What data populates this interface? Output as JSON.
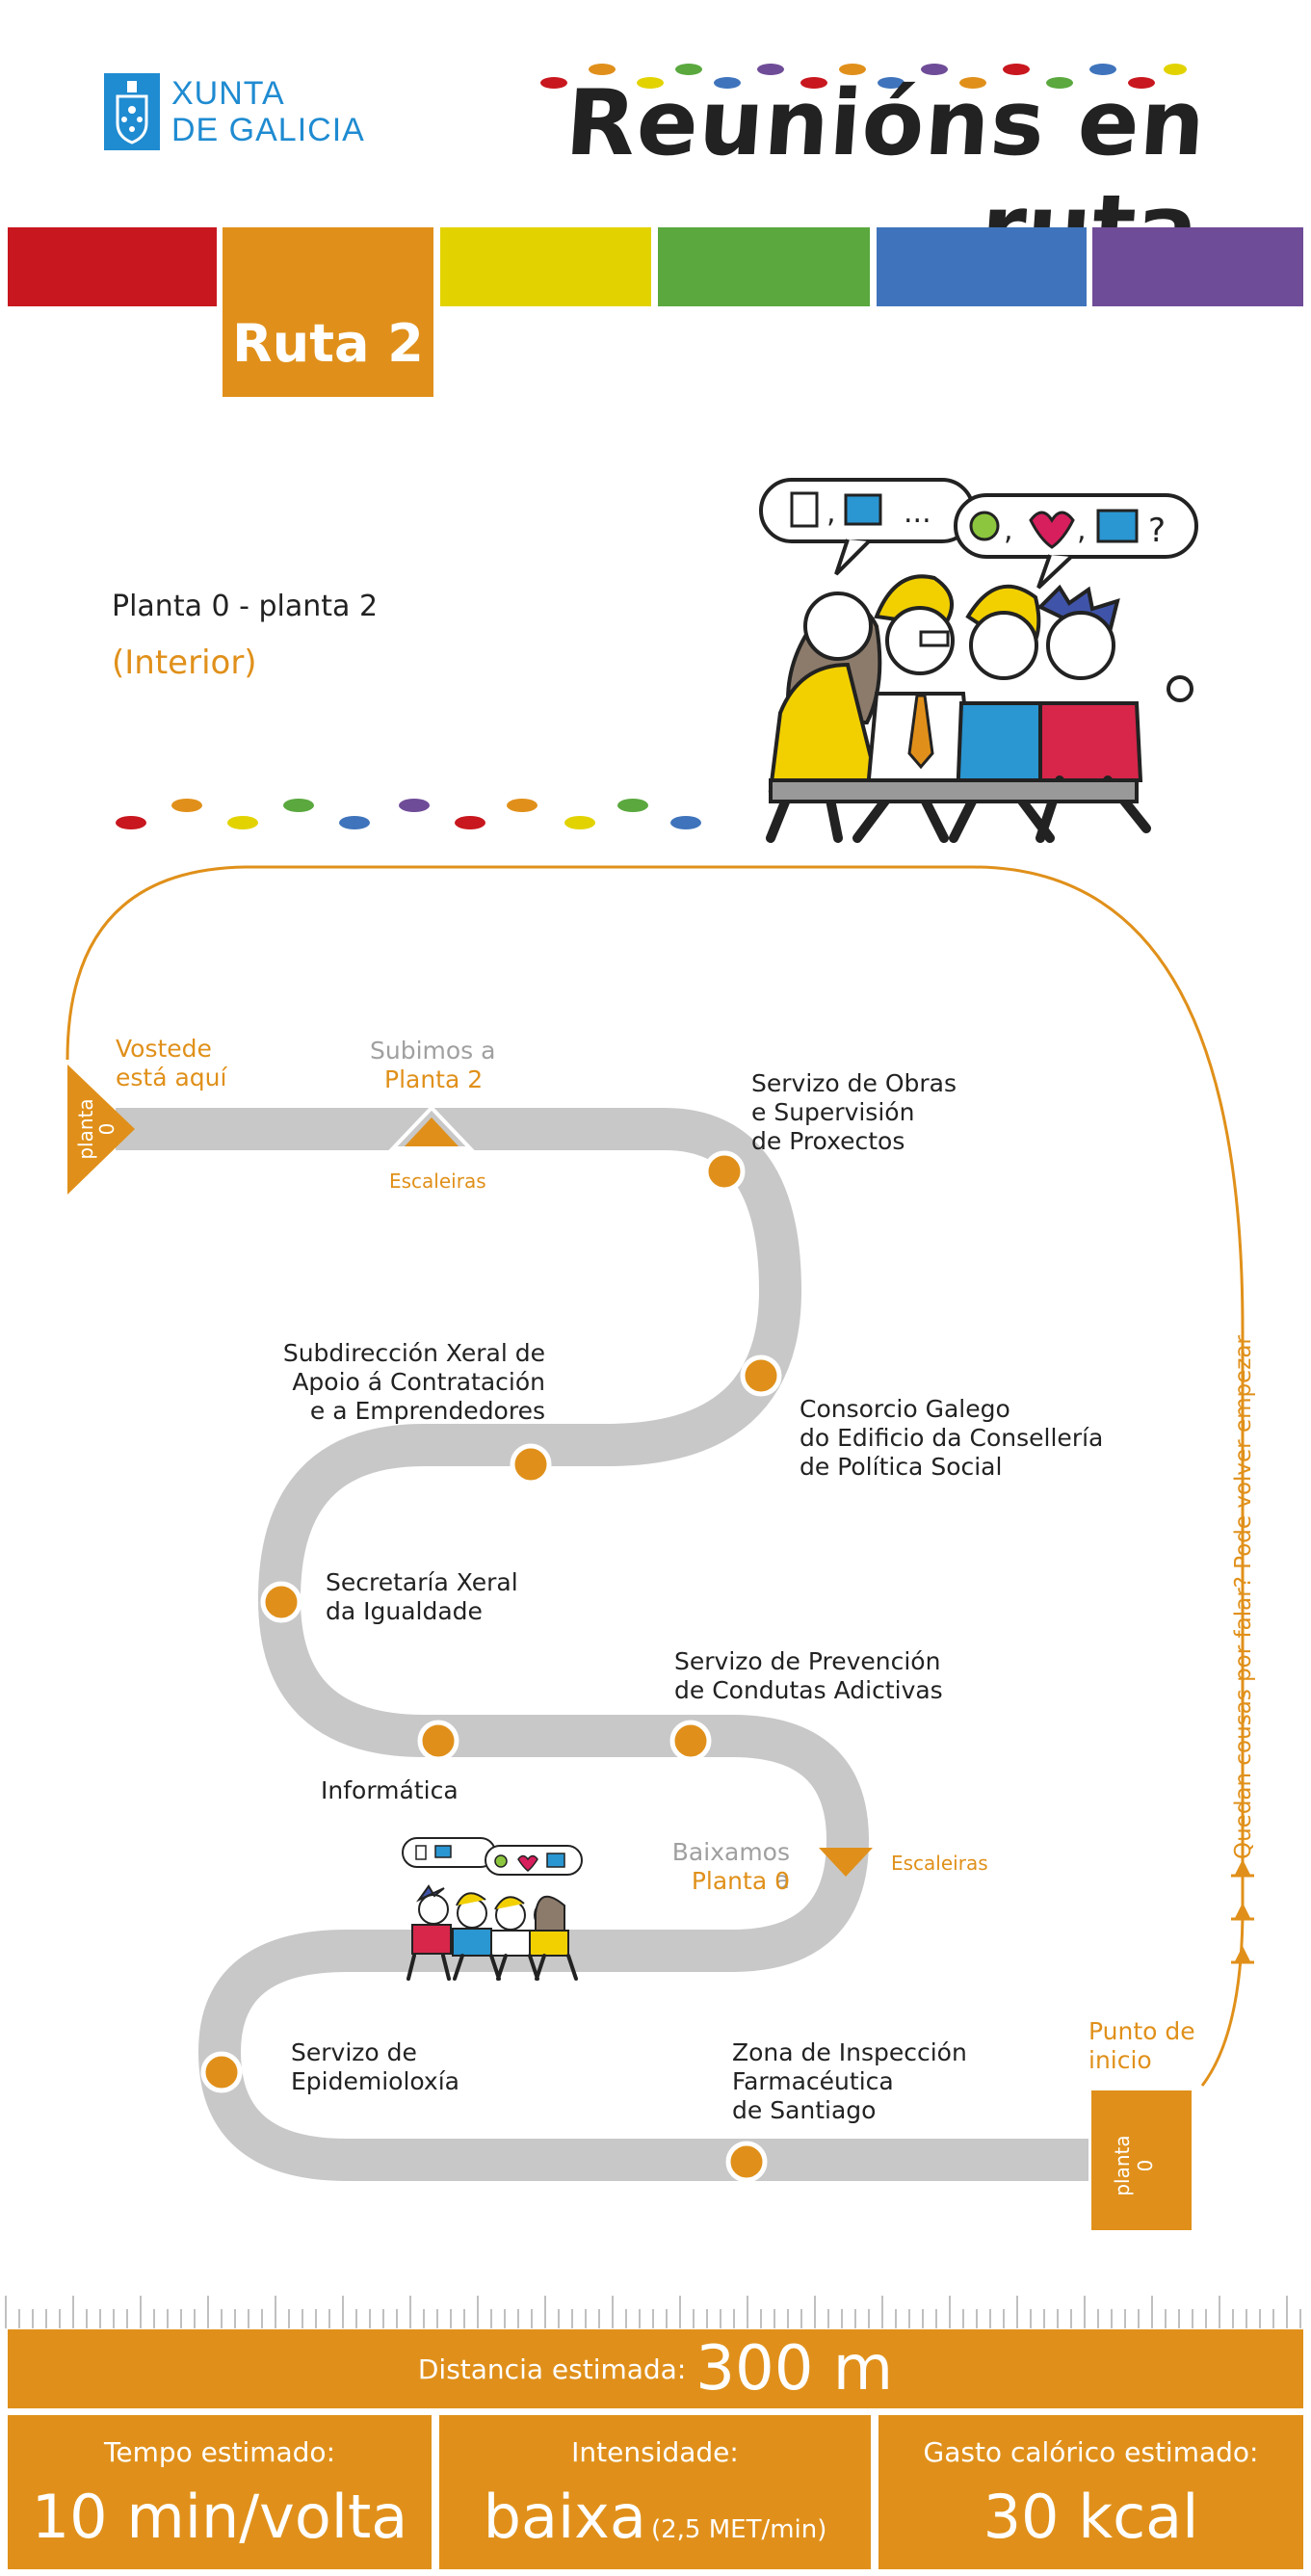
{
  "header": {
    "logo_line1": "XUNTA",
    "logo_line2": "DE GALICIA",
    "title": "Reunións en ruta",
    "route": "Ruta 2"
  },
  "colors": {
    "red": "#c8171e",
    "orange": "#e0901a",
    "yellow": "#e2d300",
    "green": "#5aa83e",
    "blue": "#3f74bc",
    "purple": "#6f4c98",
    "path_grey": "#c8c8c8"
  },
  "intro": {
    "floors": "Planta 0 - planta 2",
    "type": "(Interior)"
  },
  "map": {
    "start_marker": "planta\n0",
    "end_marker": "planta\n0",
    "you_are_here": "Vostede\nestá aquí",
    "up_line1": "Subimos a",
    "up_line2": "Planta 2",
    "stairs_up": "Escaleiras",
    "down_line1": "Baixamos a",
    "down_line2": "Planta 0",
    "stairs_down": "Escaleiras",
    "start_point": "Punto de\ninicio",
    "loop_text": "Quedan cousas por falar? Pode volver empezar",
    "stops": [
      "Servizo de Obras\ne Supervisión\nde Proxectos",
      "Consorcio Galego\ndo Edificio da Consellería\nde Política Social",
      "Subdirección Xeral de\nApoio á Contratación\ne a Emprendedores",
      "Secretaría Xeral\nda Igualdade",
      "Servizo de Prevención\nde Condutas Adictivas",
      "Informática",
      "Servizo de\nEpidemioloxía",
      "Zona de Inspección\nFarmacéutica\nde Santiago"
    ]
  },
  "stats": {
    "distance_label": "Distancia estimada:",
    "distance_value": "300 m",
    "time_label": "Tempo estimado:",
    "time_value": "10 min/volta",
    "intensity_label": "Intensidade:",
    "intensity_value": "baixa",
    "intensity_note": "(2,5 MET/min)",
    "calories_label": "Gasto calórico estimado:",
    "calories_value": "30 kcal"
  },
  "icons": [
    "xunta-logo-icon",
    "footprints-icon",
    "people-walking-icon",
    "speech-bubble-icon",
    "document-icon",
    "folder-icon",
    "apple-icon",
    "heart-icon"
  ]
}
